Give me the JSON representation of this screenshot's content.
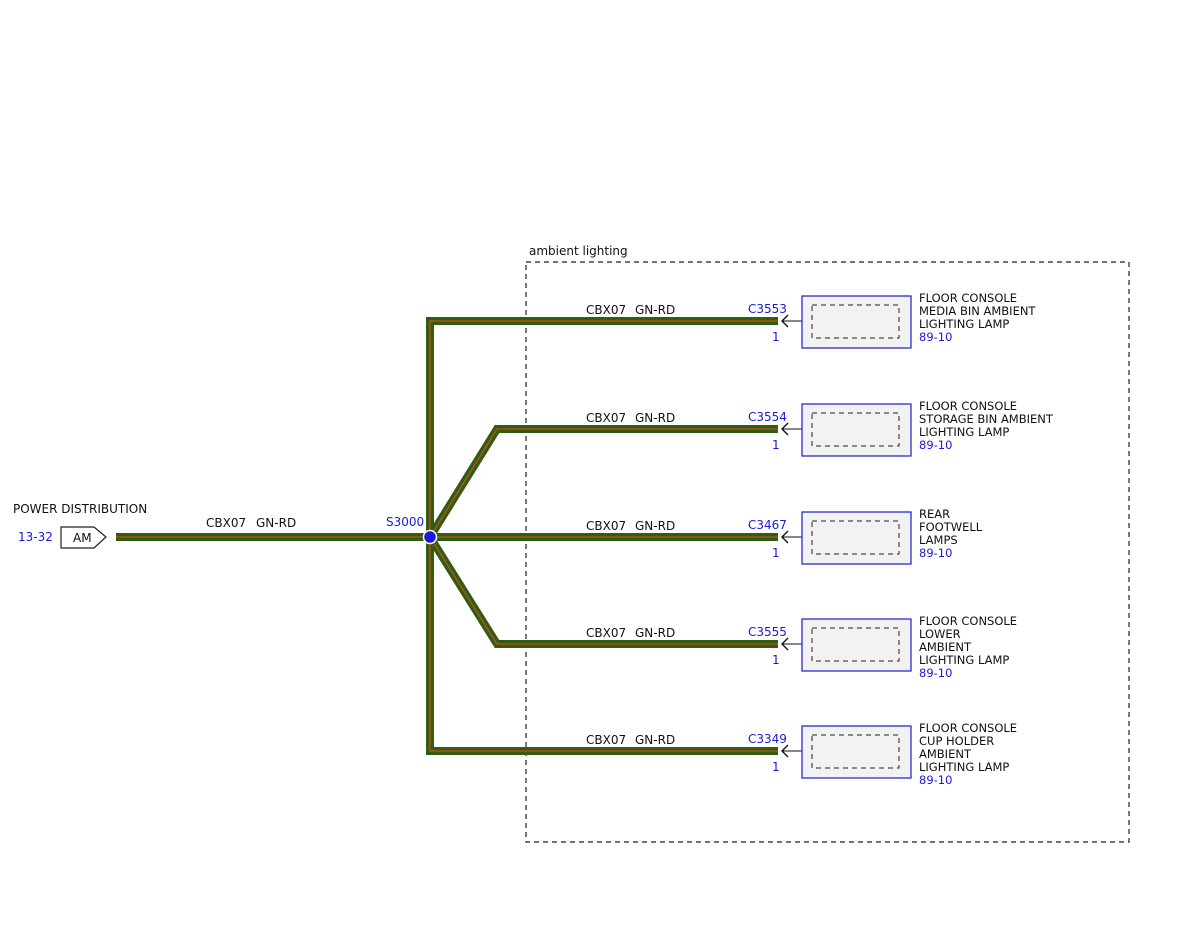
{
  "colors": {
    "wire_outer": "#2f5e13",
    "wire_inner": "#c84a1e",
    "link_text": "#1a1adb",
    "component_fill": "#f2f2f2",
    "component_border": "#2b2bd6",
    "splice_dot": "#1a1adb"
  },
  "source": {
    "title": "POWER DISTRIBUTION",
    "ref": "13-32",
    "connector": "AM",
    "wire_circuit": "CBX07",
    "wire_color": "GN-RD"
  },
  "splice": {
    "id": "S3000"
  },
  "group": {
    "label": "ambient lighting"
  },
  "branches": [
    {
      "circuit": "CBX07",
      "color": "GN-RD",
      "connector": "C3553",
      "pin": "1",
      "lines": [
        "FLOOR CONSOLE",
        "MEDIA BIN AMBIENT",
        "LIGHTING LAMP"
      ],
      "ref": "89-10"
    },
    {
      "circuit": "CBX07",
      "color": "GN-RD",
      "connector": "C3554",
      "pin": "1",
      "lines": [
        "FLOOR CONSOLE",
        "STORAGE BIN AMBIENT",
        "LIGHTING LAMP"
      ],
      "ref": "89-10"
    },
    {
      "circuit": "CBX07",
      "color": "GN-RD",
      "connector": "C3467",
      "pin": "1",
      "lines": [
        "REAR",
        "FOOTWELL",
        "LAMPS"
      ],
      "ref": "89-10"
    },
    {
      "circuit": "CBX07",
      "color": "GN-RD",
      "connector": "C3555",
      "pin": "1",
      "lines": [
        "FLOOR CONSOLE",
        "LOWER",
        "AMBIENT",
        "LIGHTING LAMP"
      ],
      "ref": "89-10"
    },
    {
      "circuit": "CBX07",
      "color": "GN-RD",
      "connector": "C3349",
      "pin": "1",
      "lines": [
        "FLOOR CONSOLE",
        "CUP HOLDER",
        "AMBIENT",
        "LIGHTING LAMP"
      ],
      "ref": "89-10"
    }
  ]
}
